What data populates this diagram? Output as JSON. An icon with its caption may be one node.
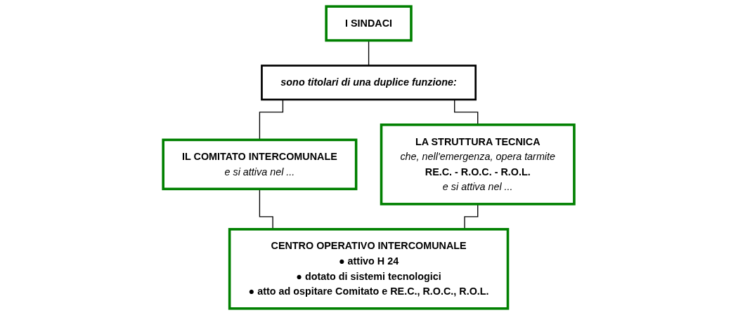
{
  "diagram": {
    "nodes": [
      {
        "text": [
          "I SINDACI"
        ]
      },
      {
        "text": [
          "sono titolari di una duplice funzione:"
        ]
      },
      {
        "text": [
          "IL COMITATO INTERCOMUNALE",
          "e si attiva nel ..."
        ]
      },
      {
        "text": [
          "LA STRUTTURA TECNICA",
          "che, nell'emergenza, opera tarmite",
          "RE.C. - R.O.C. - R.O.L.",
          "e si attiva nel ..."
        ]
      },
      {
        "text": [
          "CENTRO OPERATIVO INTERCOMUNALE",
          "● attivo H 24",
          "● dotato di sistemi tecnologici",
          "● atto ad ospitare Comitato e RE.C., R.O.C., R.O.L."
        ]
      }
    ],
    "edges": [
      {
        "from": 0,
        "to": 1,
        "arrow": "none"
      },
      {
        "from": 1,
        "to": 2,
        "arrow": "none"
      },
      {
        "from": 1,
        "to": 3,
        "arrow": "none"
      },
      {
        "from": 2,
        "to": 4,
        "arrow": "none"
      },
      {
        "from": 3,
        "to": 4,
        "arrow": "none"
      }
    ]
  }
}
